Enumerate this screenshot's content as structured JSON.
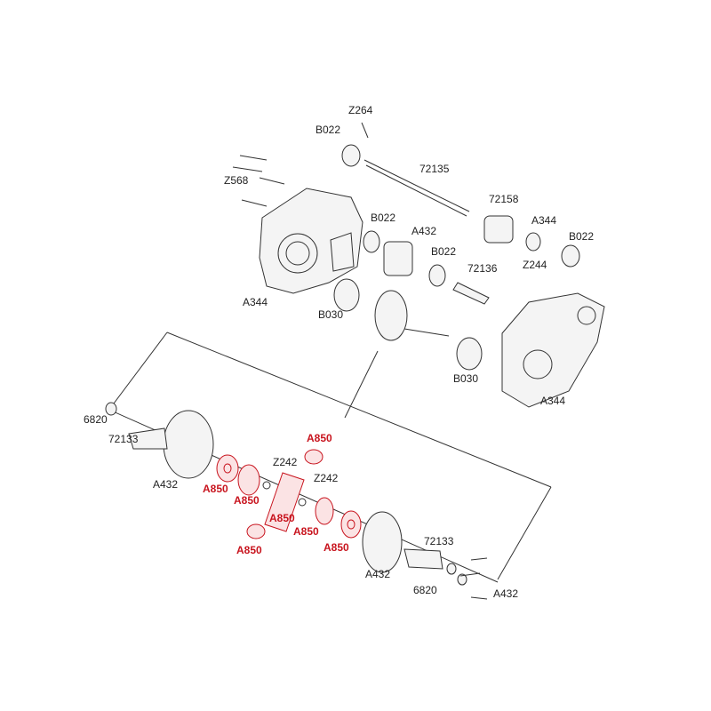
{
  "labels": [
    {
      "text": "Z264",
      "highlight": false
    },
    {
      "text": "B022",
      "highlight": false
    },
    {
      "text": "72135",
      "highlight": false
    },
    {
      "text": "Z568",
      "highlight": false
    },
    {
      "text": "72158",
      "highlight": false
    },
    {
      "text": "B022",
      "highlight": false
    },
    {
      "text": "A432",
      "highlight": false
    },
    {
      "text": "A344",
      "highlight": false
    },
    {
      "text": "B022",
      "highlight": false
    },
    {
      "text": "B022",
      "highlight": false
    },
    {
      "text": "Z244",
      "highlight": false
    },
    {
      "text": "72136",
      "highlight": false
    },
    {
      "text": "A344",
      "highlight": false
    },
    {
      "text": "B030",
      "highlight": false
    },
    {
      "text": "B030",
      "highlight": false
    },
    {
      "text": "A344",
      "highlight": false
    },
    {
      "text": "6820",
      "highlight": false
    },
    {
      "text": "72133",
      "highlight": false
    },
    {
      "text": "A432",
      "highlight": false
    },
    {
      "text": "A850",
      "highlight": true
    },
    {
      "text": "A850",
      "highlight": true
    },
    {
      "text": "A850",
      "highlight": true
    },
    {
      "text": "Z242",
      "highlight": false
    },
    {
      "text": "Z242",
      "highlight": false
    },
    {
      "text": "A850",
      "highlight": true
    },
    {
      "text": "A850",
      "highlight": true
    },
    {
      "text": "A850",
      "highlight": true
    },
    {
      "text": "A850",
      "highlight": true
    },
    {
      "text": "72133",
      "highlight": false
    },
    {
      "text": "A432",
      "highlight": false
    },
    {
      "text": "6820",
      "highlight": false
    },
    {
      "text": "A432",
      "highlight": false
    }
  ],
  "colors": {
    "line": "#333333",
    "highlight": "#c8141e",
    "part_fill": "#f4f4f4"
  }
}
